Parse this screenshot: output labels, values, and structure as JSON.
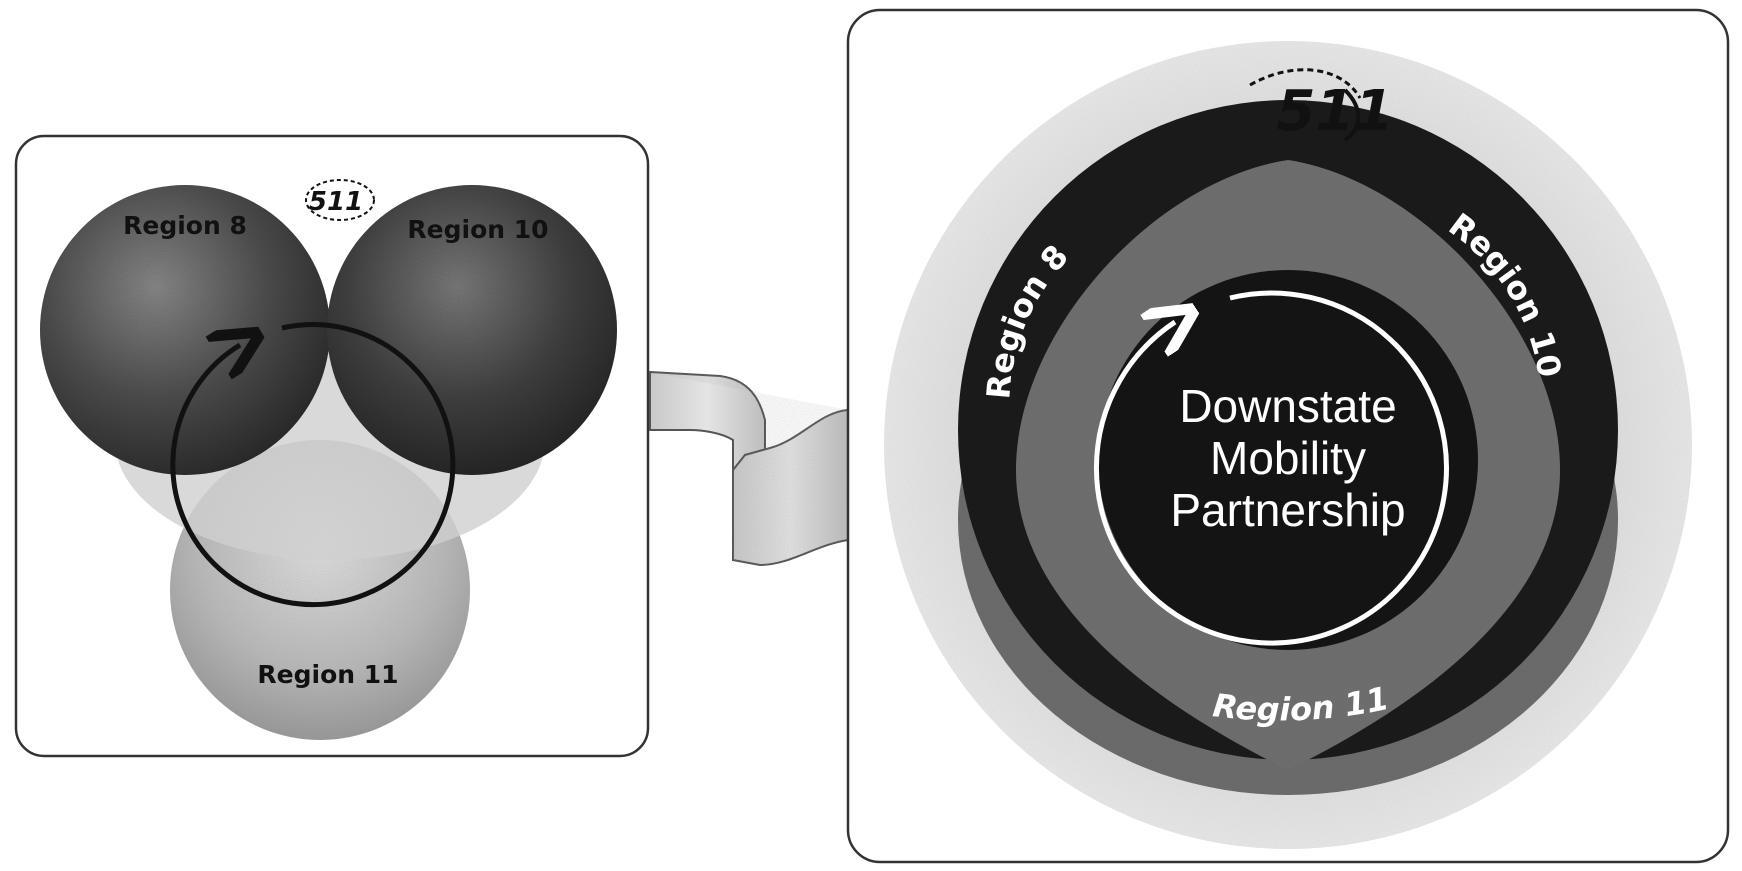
{
  "left_panel": {
    "logo_text": "511",
    "region_8": "Region 8",
    "region_10": "Region 10",
    "region_11": "Region 11"
  },
  "right_panel": {
    "logo_text": "511",
    "region_8": "Region 8",
    "region_10": "Region 10",
    "region_11": "Region 11",
    "center_line_1": "Downstate",
    "center_line_2": "Mobility",
    "center_line_3": "Partnership"
  },
  "colors": {
    "background": "#ffffff",
    "panel_border": "#333333",
    "dark_region": "#1a1a1a",
    "mid_region": "#555555",
    "light_region": "#a8a8a8",
    "outer_halo": "#d6d6d6",
    "text_light": "#ffffff",
    "text_dark": "#111111"
  }
}
